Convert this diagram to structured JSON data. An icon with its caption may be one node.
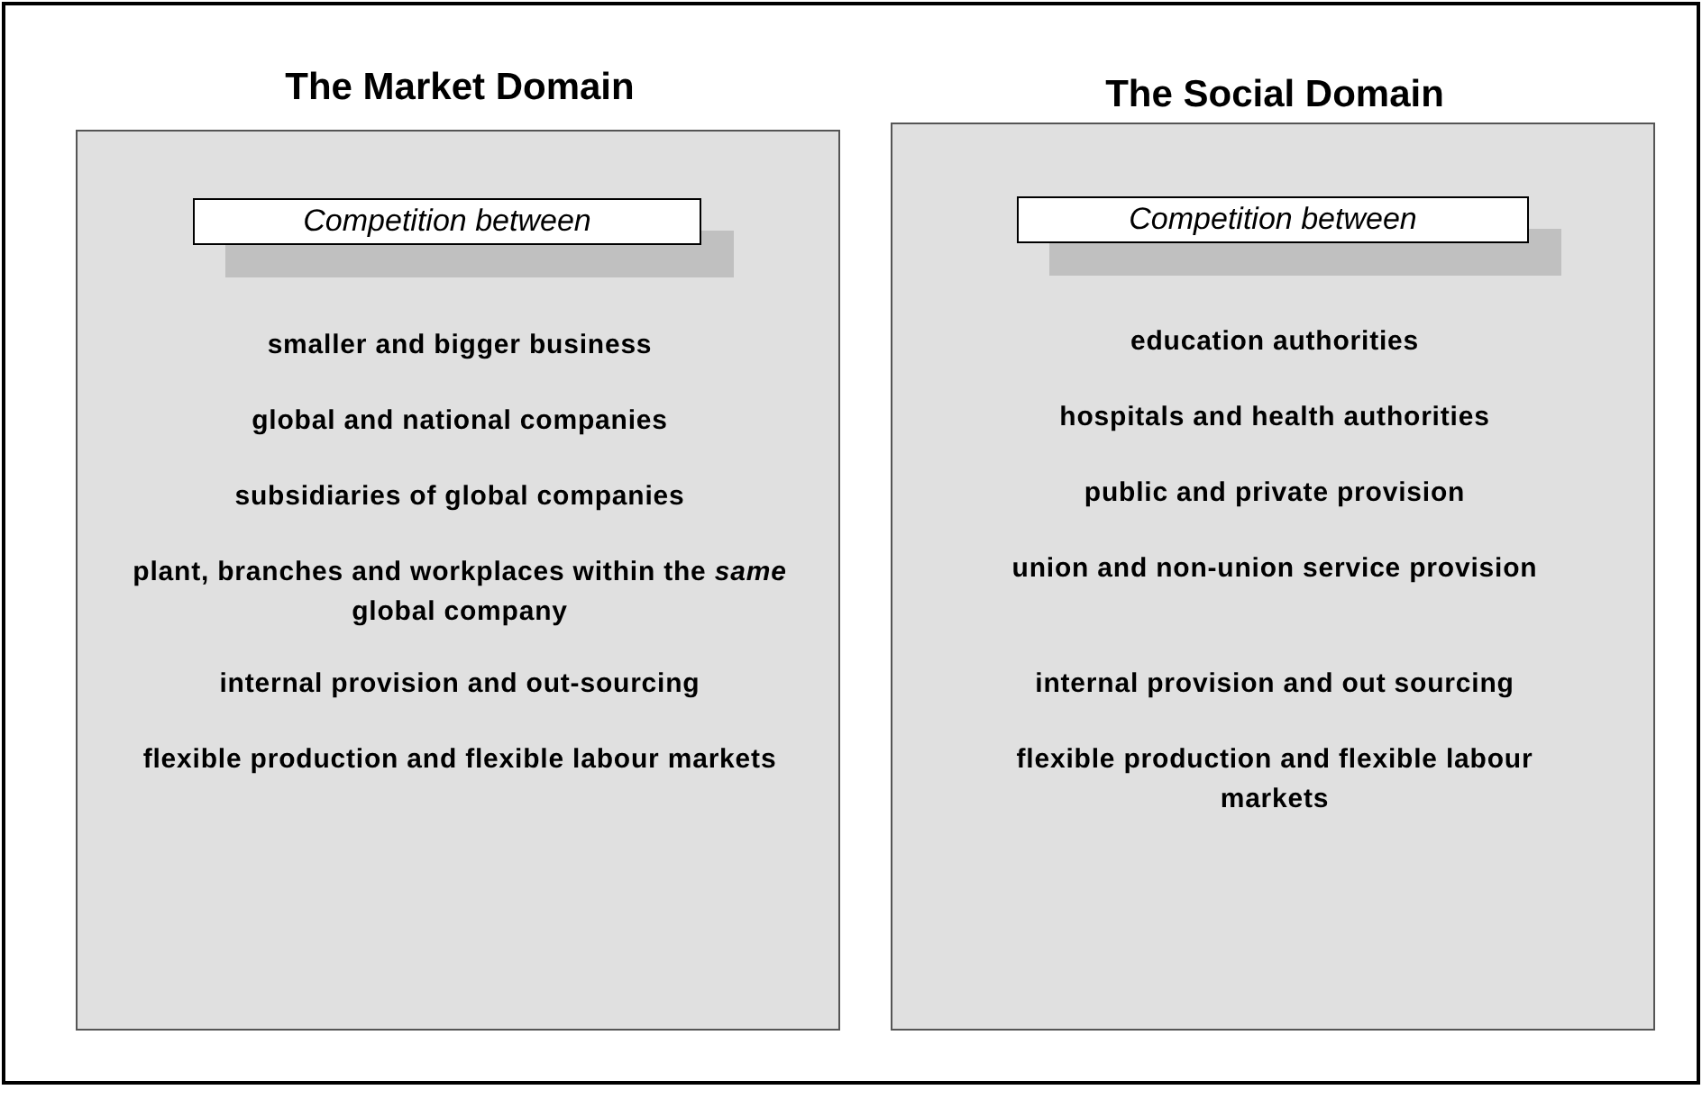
{
  "diagram": {
    "nodes": [
      {
        "text": [
          "The Market Domain",
          "smaller and bigger business",
          "global and national companies",
          "subsidiaries of global companies",
          "plant, branches and workplaces within the *same* global company",
          "internal provision and out-sourcing",
          "flexible production and flexible labour markets"
        ]
      },
      {
        "text": [
          "Competition between"
        ],
        "in": 0
      },
      {
        "text": [
          "The Social Domain",
          "education authorities",
          "hospitals and health authorities",
          "public and private provision",
          "union and non-union service provision",
          "internal provision and out sourcing",
          "flexible production and flexible labour markets"
        ]
      },
      {
        "text": [
          "Competition between"
        ],
        "in": 2
      }
    ]
  }
}
